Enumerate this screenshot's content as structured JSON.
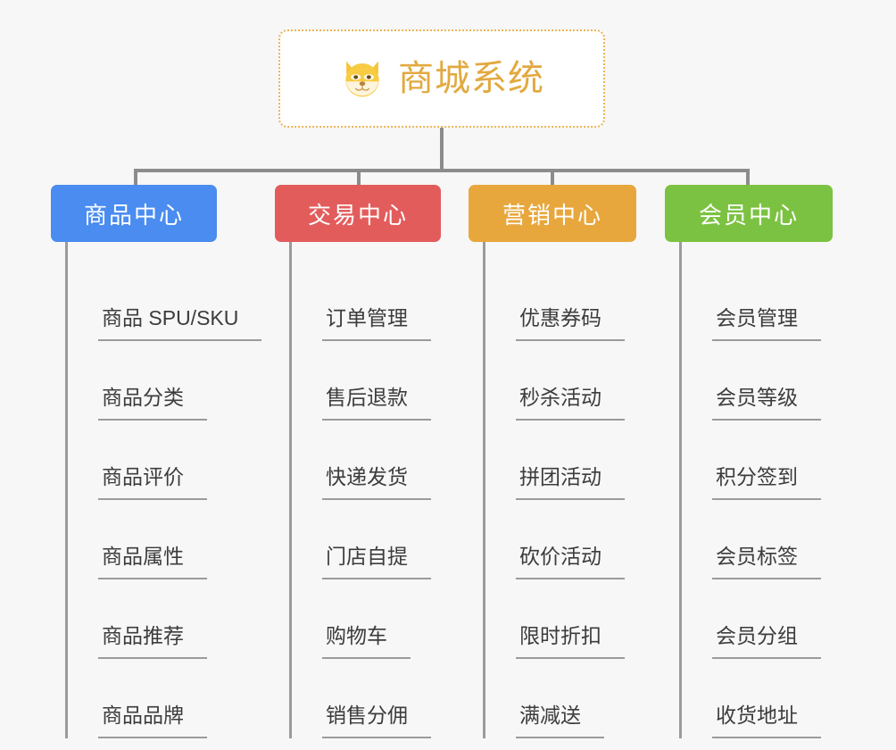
{
  "root": {
    "title": "商城系统",
    "icon": "shiba-dog-face-icon",
    "title_color": "#e2a93f",
    "border_color": "#eab455",
    "background": "#ffffff"
  },
  "canvas": {
    "background": "#f7f7f7",
    "connector_color": "#8c8c8c"
  },
  "columns": [
    {
      "label": "商品中心",
      "color": "#4a8cf0",
      "items": [
        "商品 SPU/SKU",
        "商品分类",
        "商品评价",
        "商品属性",
        "商品推荐",
        "商品品牌"
      ]
    },
    {
      "label": "交易中心",
      "color": "#e35c5c",
      "items": [
        "订单管理",
        "售后退款",
        "快递发货",
        "门店自提",
        "购物车",
        "销售分佣"
      ]
    },
    {
      "label": "营销中心",
      "color": "#e8a73c",
      "items": [
        "优惠券码",
        "秒杀活动",
        "拼团活动",
        "砍价活动",
        "限时折扣",
        "满减送"
      ]
    },
    {
      "label": "会员中心",
      "color": "#7cc242",
      "items": [
        "会员管理",
        "会员等级",
        "积分签到",
        "会员标签",
        "会员分组",
        "收货地址"
      ]
    }
  ]
}
